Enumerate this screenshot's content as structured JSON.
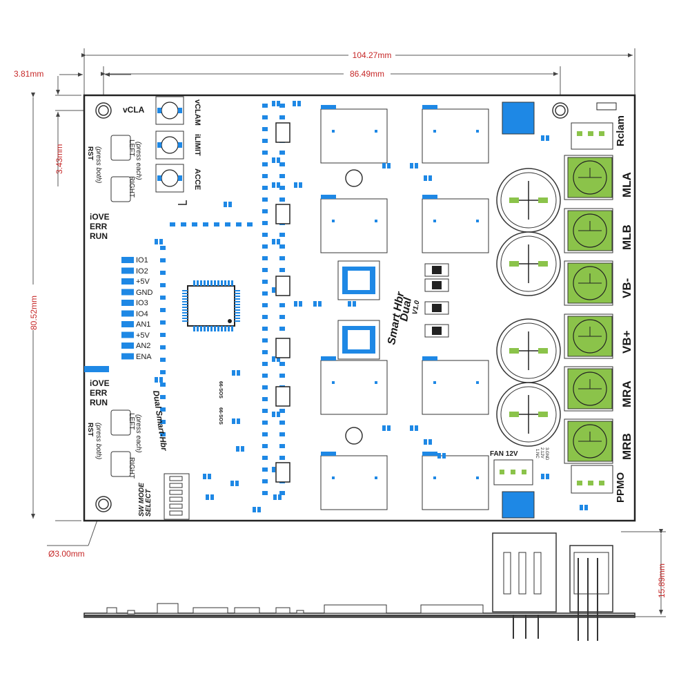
{
  "dimensions": {
    "overall_width": "104.27mm",
    "hole_spacing": "86.49mm",
    "hole_offset_x": "3.81mm",
    "hole_offset_y": "3.43mm",
    "overall_height": "80.52mm",
    "hole_diameter": "Ø3.00mm",
    "profile_height": "15.89mm"
  },
  "board": {
    "title_line1": "Smart Hbr",
    "title_line2": "Dual",
    "version": "V1.0",
    "subtitle": "Dual Smart-Hbr",
    "trimmers": {
      "vcla_short": "vCLA",
      "vclamp": "vCLAM",
      "ilimit": "iLIMIT",
      "accel": "ACCE"
    },
    "upper_panel": {
      "rst": "RST",
      "press_both": "(press  both)",
      "left": "LEFT",
      "press_each": "(press each)",
      "right": "RIGHT",
      "leds": [
        "iOVE",
        "ERR",
        "RUN"
      ]
    },
    "lower_panel": {
      "rst": "RST",
      "press_both": "(press  both)",
      "left": "LEFT",
      "press_each": "(press each)",
      "right": "RIGHT",
      "leds": [
        "iOVE",
        "ERR",
        "RUN"
      ]
    },
    "io_pins": [
      "IO1",
      "IO2",
      "+5V",
      "GND",
      "IO3",
      "IO4",
      "AN1",
      "+5V",
      "AN2",
      "ENA"
    ],
    "sw_mode": "SW MODE",
    "sw_select": "SELECT",
    "terminals": [
      "MLA",
      "MLB",
      "VB-",
      "VB+",
      "MRA",
      "MRB"
    ],
    "rclamp": "Rclam",
    "ppmo": "PPMO",
    "fan": "FAN 12V",
    "fan_pins": [
      "1.NC",
      "2.12V",
      "3.GND"
    ],
    "diode_label": "66-SOS"
  },
  "colors": {
    "dimension": "#c62828",
    "terminal_green": "#8bc34a",
    "pad_blue": "#1e88e5",
    "silk": "#1a1a1a",
    "board_outline": "#222222"
  }
}
